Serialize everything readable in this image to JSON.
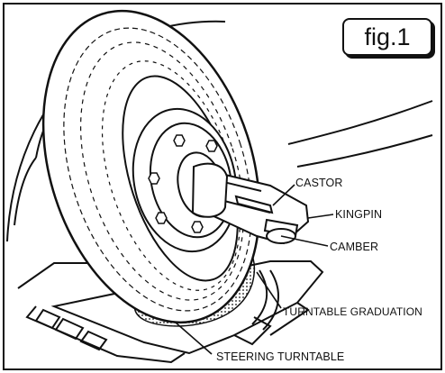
{
  "figure": {
    "label": "fig.1"
  },
  "labels": {
    "castor": "CASTOR",
    "kingpin": "KINGPIN",
    "camber": "CAMBER",
    "turntable_graduation": "TURNTABLE GRADUATION",
    "steering_turntable": "STEERING TURNTABLE"
  },
  "colors": {
    "ink": "#111111",
    "paper": "#ffffff"
  }
}
